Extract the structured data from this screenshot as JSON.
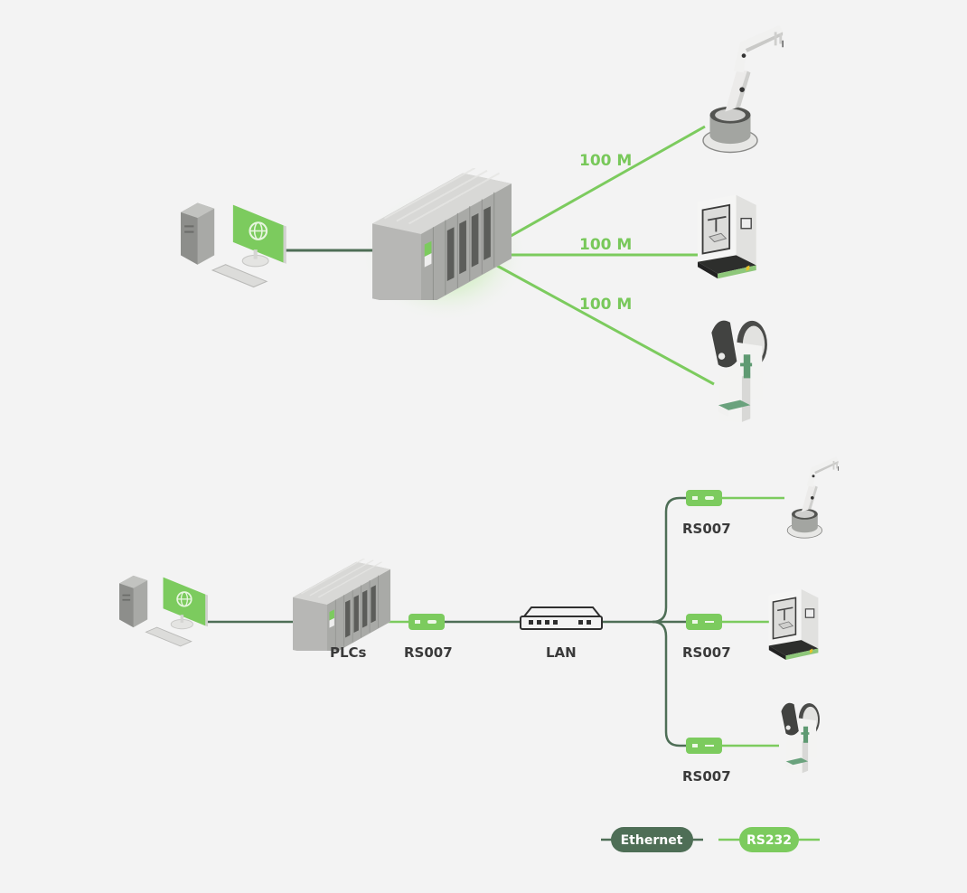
{
  "colors": {
    "background": "#f3f3f3",
    "ethernet": "#4e6e56",
    "rs232": "#7ccb5e",
    "label_green": "#78c85a",
    "label_dark": "#3a3a3a"
  },
  "top_section": {
    "nodes": [
      "Workstation",
      "PLC rack",
      "Robotic arm",
      "CNC machine",
      "Punch press"
    ],
    "links": [
      {
        "from": "Workstation",
        "to": "PLC rack",
        "type": "Ethernet"
      },
      {
        "from": "PLC rack",
        "to": "Robotic arm",
        "type": "RS232",
        "label": "100 M"
      },
      {
        "from": "PLC rack",
        "to": "CNC machine",
        "type": "RS232",
        "label": "100 M"
      },
      {
        "from": "PLC rack",
        "to": "Punch press",
        "type": "RS232",
        "label": "100 M"
      }
    ]
  },
  "bottom_section": {
    "labels": {
      "plc": "PLCs",
      "converter_main": "RS007",
      "lan": "LAN",
      "converter_1": "RS007",
      "converter_2": "RS007",
      "converter_3": "RS007"
    }
  },
  "legend": {
    "ethernet": "Ethernet",
    "rs232": "RS232"
  }
}
